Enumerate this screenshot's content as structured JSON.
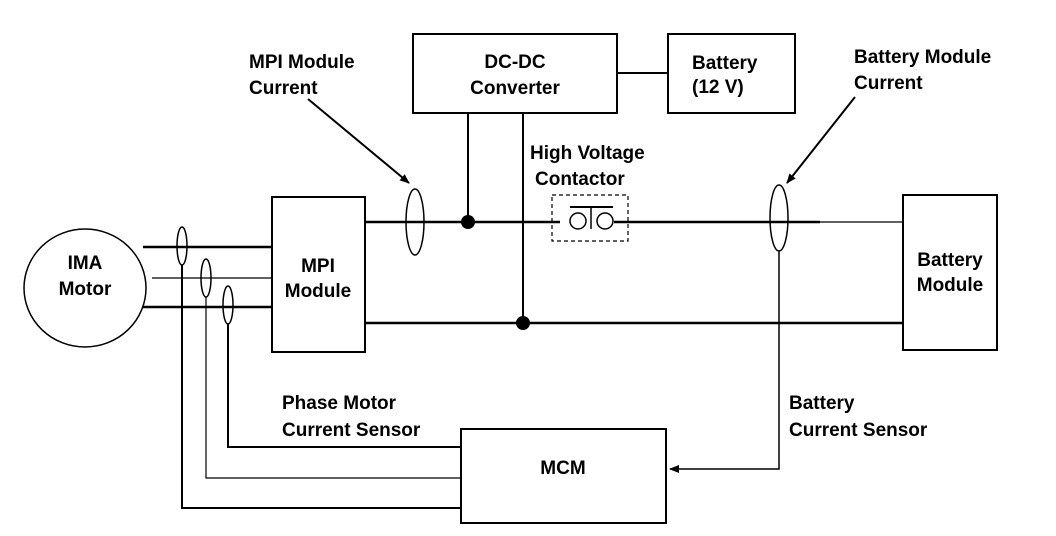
{
  "diagram": {
    "components": {
      "ima_motor": [
        "IMA",
        "Motor"
      ],
      "mpi_module": [
        "MPI",
        "Module"
      ],
      "dcdc_converter": [
        "DC-DC",
        "Converter"
      ],
      "battery_12v": [
        "Battery",
        "(12 V)"
      ],
      "battery_module": [
        "Battery",
        "Module"
      ],
      "mcm": [
        "MCM"
      ]
    },
    "annotations": {
      "mpi_module_current": [
        "MPI Module",
        "Current"
      ],
      "battery_module_current": [
        "Battery Module",
        "Current"
      ],
      "high_voltage_contactor": [
        "High Voltage",
        "Contactor"
      ],
      "phase_motor_current_sensor": [
        "Phase Motor",
        "Current Sensor"
      ],
      "battery_current_sensor": [
        "Battery",
        "Current Sensor"
      ]
    },
    "colors": {
      "line": "#000000",
      "background": "#ffffff"
    }
  }
}
